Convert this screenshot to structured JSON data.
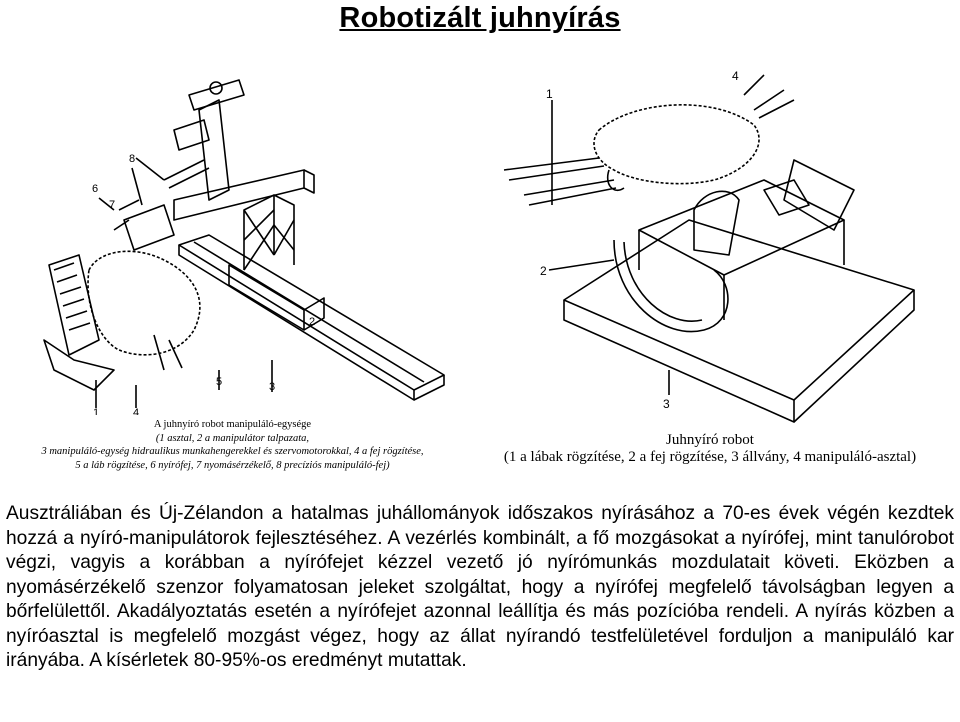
{
  "title": "Robotizált juhnyírás",
  "left_figure": {
    "numbers": [
      "1",
      "2",
      "3",
      "4",
      "5",
      "6",
      "7",
      "8"
    ],
    "caption_title": "A juhnyíró robot manipuláló-egysége",
    "caption_line2": "(1 asztal, 2 a manipulátor talpazata,",
    "caption_line3": "3 manipuláló-egység hidraulikus munkahengerekkel és szervomotorokkal, 4 a fej rögzítése,",
    "caption_line4": "5 a láb rögzítése, 6 nyírófej, 7 nyomásérzékelő, 8 precíziós manipuláló-fej)"
  },
  "right_figure": {
    "numbers": [
      "1",
      "2",
      "3",
      "4"
    ],
    "caption_title": "Juhnyíró robot",
    "caption_sub": "(1 a lábak rögzítése, 2 a fej rögzítése, 3 állvány, 4 manipuláló-asztal)"
  },
  "paragraph": "Ausztráliában és Új-Zélandon a hatalmas juhállományok időszakos nyírásához a 70-es évek végén kezdtek hozzá a nyíró-manipulátorok fejlesztéséhez. A vezérlés kombinált, a fő mozgásokat a nyírófej, mint tanulórobot végzi, vagyis a korábban a nyírófejet kézzel vezető jó nyírómunkás mozdulatait követi. Eközben a nyomásérzékelő szenzor folyamatosan jeleket szolgáltat, hogy a nyírófej megfelelő távolságban legyen a bőrfelülettől. Akadályoztatás esetén a nyírófejet azonnal leállítja és más pozícióba rendeli. A nyírás közben a nyíróasztal is megfelelő mozgást végez, hogy az állat nyírandó testfelületével forduljon a manipuláló kar irányába. A kísérletek 80-95%-os eredményt mutattak."
}
